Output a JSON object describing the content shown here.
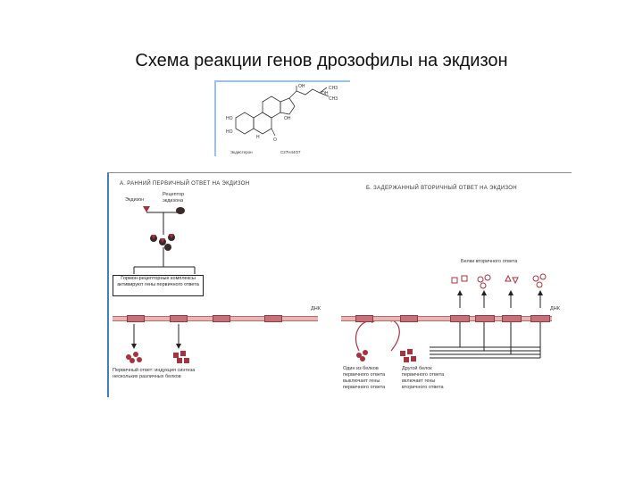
{
  "slide": {
    "title": "Схема реакции генов дрозофилы на экдизон"
  },
  "formula": {
    "groups": [
      "OH",
      "CH3",
      "CH3",
      "OH",
      "HO",
      "HO",
      "OH",
      "H",
      "O"
    ],
    "caption_left": "Экдистерон",
    "caption_right": "C27H44O7"
  },
  "panel_a": {
    "header": "А. РАННИЙ ПЕРВИЧНЫЙ ОТВЕТ НА ЭКДИЗОН",
    "ecdysone_label": "Экдизон",
    "receptor_label": "Рецептор экдизона",
    "complex_box": "Гормон-рецепторные комплексы активируют гены первичного ответа",
    "dna_label": "ДНК",
    "result_label": "Первичный ответ: индукция синтеза нескольких различных белков"
  },
  "panel_b": {
    "header": "Б. ЗАДЕРЖАННЫЙ ВТОРИЧНЫЙ ОТВЕТ НА ЭКДИЗОН",
    "secondary_proteins_label": "Белки вторичного ответа",
    "dna_label": "ДНК",
    "note_left": "Один из белков первичного ответа выключает гены первичного ответа",
    "note_right": "Другой белок первичного ответа включает гены вторичного ответа"
  },
  "colors": {
    "accent_red": "#a8323c",
    "dna_pink": "#e6b7b7",
    "frame_blue": "#9ec1e8"
  }
}
